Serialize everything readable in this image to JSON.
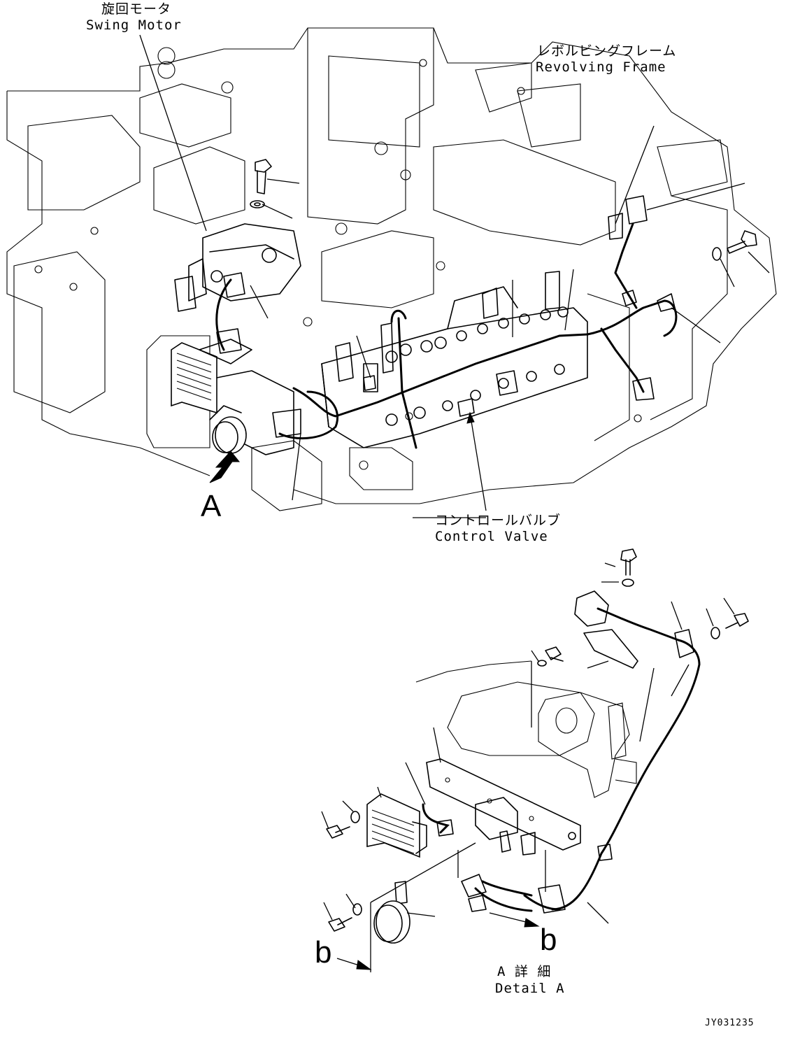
{
  "labels": {
    "swing_motor": {
      "jp": "旋回モータ",
      "en": "Swing Motor"
    },
    "revolving_frame": {
      "jp": "レボルビングフレーム",
      "en": "Revolving Frame"
    },
    "control_valve": {
      "jp": "コントロールバルブ",
      "en": "Control Valve"
    },
    "detail": {
      "jp": "A 詳 細",
      "en": "Detail A"
    },
    "view_letter": "A",
    "section_letter_left": "b",
    "section_letter_right": "b",
    "drawing_id": "JY031235"
  },
  "icons": {
    "view_arrow": "view-direction-arrow-icon",
    "section_arrow": "section-arrow-icon"
  },
  "colors": {
    "line": "#000000",
    "background": "#ffffff"
  }
}
